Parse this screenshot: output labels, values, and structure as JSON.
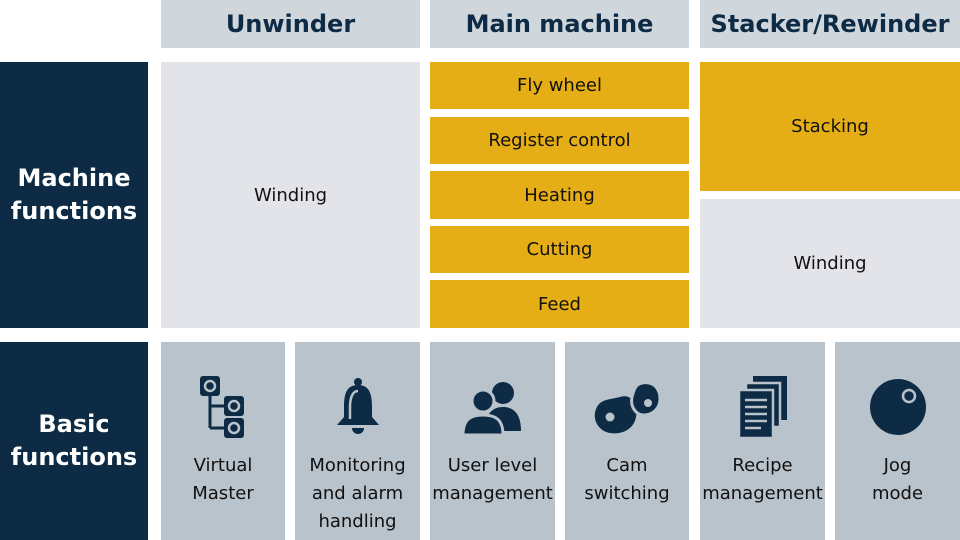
{
  "columns": {
    "unwinder": "Unwinder",
    "main_machine": "Main machine",
    "stacker_rewinder": "Stacker/Rewinder"
  },
  "rows": {
    "machine_functions": "Machine\nfunctions",
    "basic_functions": "Basic\nfunctions"
  },
  "machine_functions": {
    "unwinder": "Winding",
    "main_machine": [
      "Fly wheel",
      "Register control",
      "Heating",
      "Cutting",
      "Feed"
    ],
    "stacker": [
      "Stacking",
      "Winding"
    ]
  },
  "basic_functions": [
    {
      "label": "Virtual\nMaster",
      "icon": "virtual-master-icon"
    },
    {
      "label": "Monitoring\nand alarm\nhandling",
      "icon": "bell-icon"
    },
    {
      "label": "User level\nmanagement",
      "icon": "users-icon"
    },
    {
      "label": "Cam\nswitching",
      "icon": "cam-icon"
    },
    {
      "label": "Recipe\nmanagement",
      "icon": "documents-icon"
    },
    {
      "label": "Jog\nmode",
      "icon": "jog-ball-icon"
    }
  ],
  "colors": {
    "navy": "#0d2b44",
    "gold": "#e6ae16",
    "light": "#e3e4ea",
    "header": "#cfd6dc",
    "basic": "#b9c3cb"
  }
}
